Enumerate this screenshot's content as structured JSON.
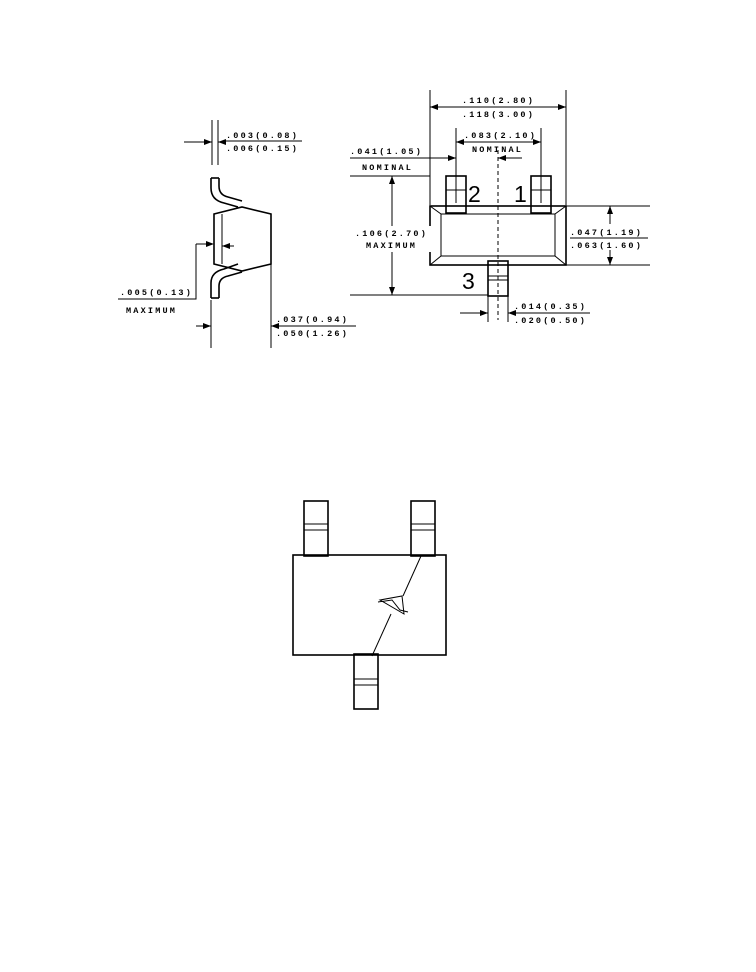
{
  "side_view": {
    "lead_thickness": {
      "min": ".003(0.08)",
      "max": ".006(0.15)"
    },
    "standoff": {
      "value": ".005(0.13)",
      "note": "MAXIMUM"
    },
    "body_height": {
      "min": ".037(0.94)",
      "max": ".050(1.26)"
    }
  },
  "top_view": {
    "overall_width": {
      "min": ".110(2.80)",
      "max": ".118(3.00)"
    },
    "pin_pitch": {
      "value": ".083(2.10)",
      "note": "NOMINAL"
    },
    "pin_offset": {
      "value": ".041(1.05)",
      "note": "NOMINAL"
    },
    "overall_length": {
      "value": ".106(2.70)",
      "note": "MAXIMUM"
    },
    "body_width": {
      "min": ".047(1.19)",
      "max": ".063(1.60)"
    },
    "lead_width": {
      "min": ".014(0.35)",
      "max": ".020(0.50)"
    },
    "pin_labels": {
      "pin2": "2",
      "pin1": "1",
      "pin3": "3"
    }
  },
  "schematic": {
    "symbol": "zener-diode-icon"
  }
}
